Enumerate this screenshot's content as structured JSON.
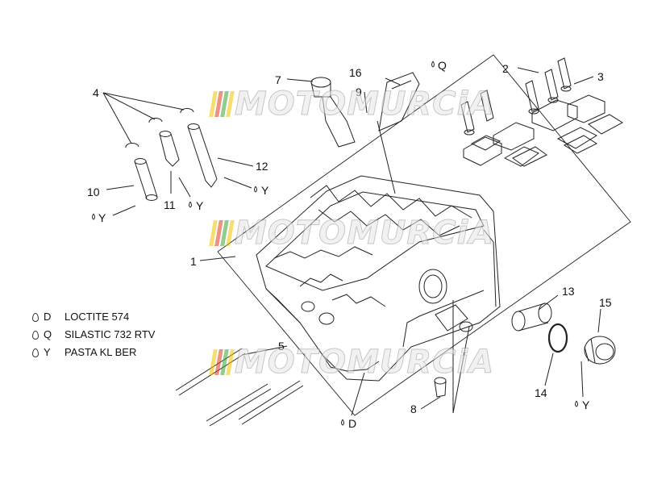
{
  "callouts": {
    "c1": "1",
    "c2": "2",
    "c3": "3",
    "c4": "4",
    "c5": "5",
    "c7": "7",
    "c8": "8",
    "c9": "9",
    "c10": "10",
    "c11": "11",
    "c12": "12",
    "c13": "13",
    "c14": "14",
    "c15": "15",
    "c16": "16"
  },
  "sealant_marks": {
    "q_top": "Q",
    "y_10": "Y",
    "y_11": "Y",
    "y_12": "Y",
    "d_bottom": "D",
    "y_15": "Y"
  },
  "legend": [
    {
      "code": "D",
      "text": "LOCTITE 574"
    },
    {
      "code": "Q",
      "text": "SILASTIC 732 RTV"
    },
    {
      "code": "Y",
      "text": "PASTA KL BER"
    }
  ],
  "watermark": {
    "text": "MOTOMURCiA",
    "stripe_colors": [
      "#f2c200",
      "#e23a1a",
      "#3aa33a",
      "#f2c200"
    ]
  }
}
